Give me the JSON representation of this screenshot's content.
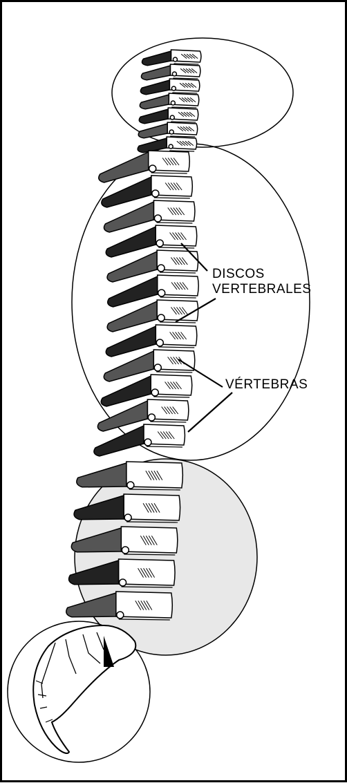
{
  "labels": {
    "discos_line1": "DISCOS",
    "discos_line2": "VERTEBRALES",
    "vertebras": "VÉRTEBRAS"
  },
  "colors": {
    "stroke": "#000000",
    "lumbar_fill": "#e8e8e8",
    "paper": "#ffffff"
  }
}
